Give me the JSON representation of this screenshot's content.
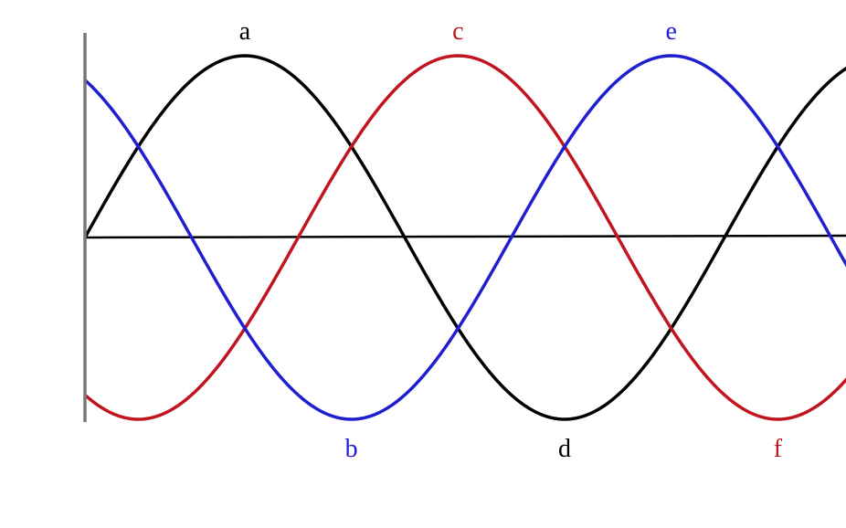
{
  "chart_data": {
    "type": "line",
    "title": "",
    "xlabel": "",
    "ylabel": "",
    "x_unit": "deg",
    "xlim": [
      0,
      480
    ],
    "ylim": [
      -1.08,
      1.08
    ],
    "axis_color": "#777777",
    "baseline_color": "#000000",
    "sample_step_deg": 2,
    "series": [
      {
        "phase_deg": 0,
        "color": "#000000"
      },
      {
        "phase_deg": -120,
        "color": "#c0151f"
      },
      {
        "phase_deg": 120,
        "color": "#1f1fd0"
      }
    ],
    "peak_labels": [
      {
        "text": "a",
        "color": "#000000",
        "x_deg": 90,
        "type": "max"
      },
      {
        "text": "b",
        "color": "#1f1fd0",
        "x_deg": 150,
        "type": "min"
      },
      {
        "text": "c",
        "color": "#c0151f",
        "x_deg": 210,
        "type": "max"
      },
      {
        "text": "d",
        "color": "#000000",
        "x_deg": 270,
        "type": "min"
      },
      {
        "text": "e",
        "color": "#1f1fd0",
        "x_deg": 330,
        "type": "max"
      },
      {
        "text": "f",
        "color": "#c0151f",
        "x_deg": 390,
        "type": "min"
      }
    ]
  }
}
